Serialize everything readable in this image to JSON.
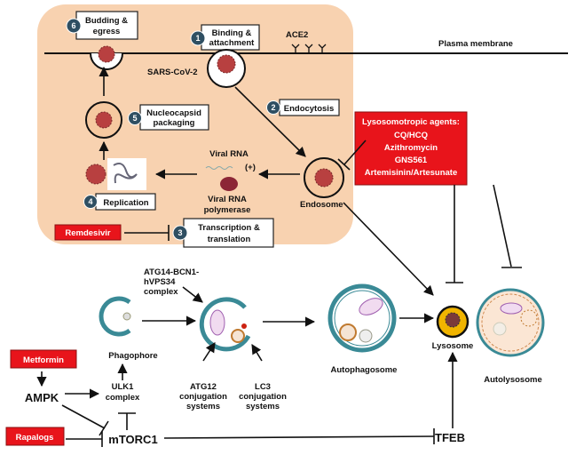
{
  "labels": {
    "plasma_membrane": "Plasma membrane",
    "ace2": "ACE2",
    "sars_cov_2": "SARS-CoV-2",
    "endosome": "Endosome",
    "viral_rna": "Viral RNA",
    "plus": "(+)",
    "polymerase_1": "Viral RNA",
    "polymerase_2": "polymerase",
    "atg14_1": "ATG14-BCN1-",
    "atg14_2": "hVPS34",
    "atg14_3": "complex",
    "phagophore": "Phagophore",
    "atg12_1": "ATG12",
    "atg12_2": "conjugation",
    "atg12_3": "systems",
    "lc3_1": "LC3",
    "lc3_2": "conjugation",
    "lc3_3": "systems",
    "autophagosome": "Autophagosome",
    "lysosome": "Lysosome",
    "autolysosome": "Autolysosome",
    "ampk": "AMPK",
    "ulk1_1": "ULK1",
    "ulk1_2": "complex",
    "mtorc1": "mTORC1",
    "tfeb": "TFEB"
  },
  "steps": [
    {
      "number": "1",
      "line1": "Binding &",
      "line2": "attachment"
    },
    {
      "number": "2",
      "line1": "Endocytosis",
      "line2": ""
    },
    {
      "number": "3",
      "line1": "Transcription &",
      "line2": "translation"
    },
    {
      "number": "4",
      "line1": "Replication",
      "line2": ""
    },
    {
      "number": "5",
      "line1": "Nucleocapsid",
      "line2": "packaging"
    },
    {
      "number": "6",
      "line1": "Budding &",
      "line2": "egress"
    }
  ],
  "drugs": {
    "remdesivir": "Remdesivir",
    "metformin": "Metformin",
    "rapalogs": "Rapalogs",
    "lysosomotropic_title": "Lysosomotropic agents:",
    "lysosomotropic_items": [
      "CQ/HCQ",
      "Azithromycin",
      "GNS561",
      "Artemisinin/Artesunate"
    ]
  },
  "colors": {
    "cell": "#f8d2b0",
    "drug_box": "#e8141b",
    "lysosome": "#f0b400",
    "vesicle": "#3a8a96"
  }
}
